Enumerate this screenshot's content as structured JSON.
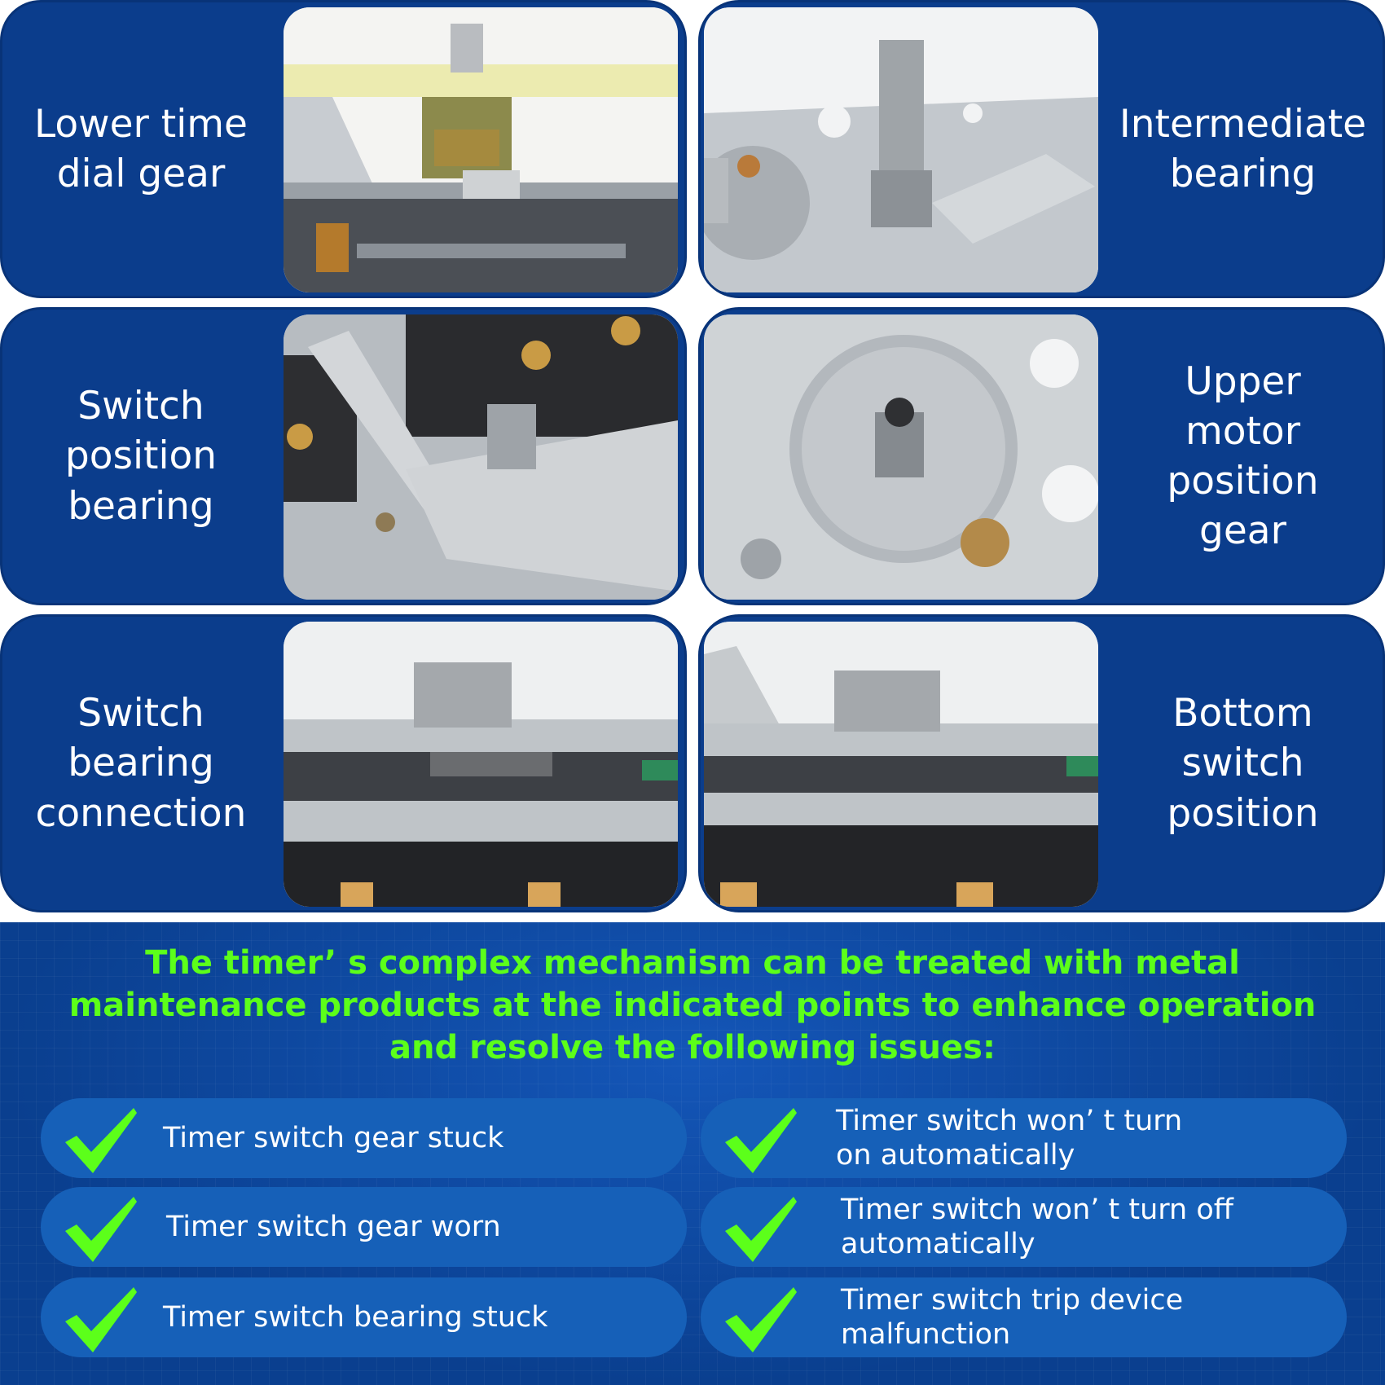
{
  "cards": [
    {
      "label": "Lower time\ndial gear"
    },
    {
      "label": "Intermediate\nbearing"
    },
    {
      "label": "Switch\nposition\nbearing"
    },
    {
      "label": "Upper\nmotor\nposition\ngear"
    },
    {
      "label": "Switch\nbearing\nconnection"
    },
    {
      "label": "Bottom\nswitch\nposition"
    }
  ],
  "headline": "The timer’ s complex mechanism can be treated with metal\nmaintenance products at the indicated points to enhance operation\nand resolve the following issues:",
  "issues": [
    {
      "text": "Timer switch gear stuck"
    },
    {
      "text": "Timer switch won’ t turn\non  automatically"
    },
    {
      "text": "Timer switch gear worn"
    },
    {
      "text": "Timer switch won’ t turn off\nautomatically"
    },
    {
      "text": "Timer switch bearing stuck"
    },
    {
      "text": "Timer switch trip device\nmalfunction"
    }
  ],
  "colors": {
    "card_bg": "#0b3d8c",
    "headline": "#5cff1a",
    "pill_bg": "#1660b8",
    "check": "#5cff1a"
  }
}
